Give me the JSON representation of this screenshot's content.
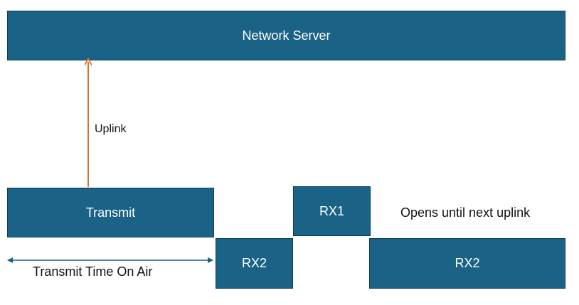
{
  "diagram": {
    "network_server": "Network Server",
    "uplink_label": "Uplink",
    "transmit": "Transmit",
    "rx1": "RX1",
    "rx2_first": "RX2",
    "rx2_second": "RX2",
    "opens_note": "Opens until next uplink",
    "time_on_air_label": "Transmit Time On Air"
  },
  "colors": {
    "box_fill": "#1a6286",
    "box_border": "#0c3c55",
    "uplink_arrow": "#d9722f",
    "time_arrow": "#1a6286"
  }
}
